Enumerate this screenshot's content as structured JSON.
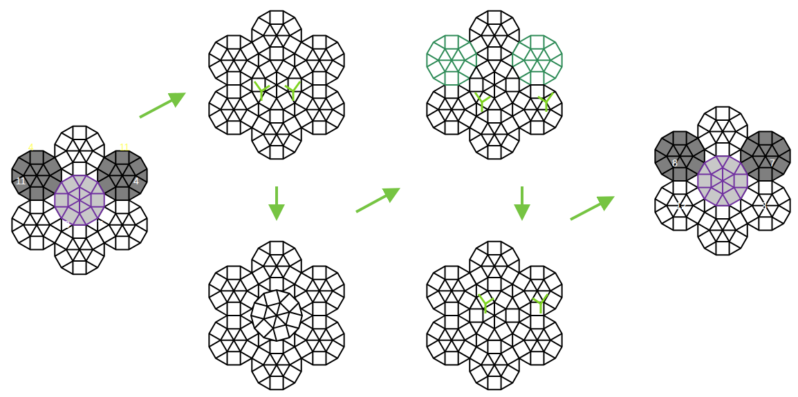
{
  "diagram": {
    "labels": [
      "4",
      "11",
      "11",
      "4",
      "8",
      "7",
      "8",
      "7",
      "12",
      "3"
    ]
  }
}
